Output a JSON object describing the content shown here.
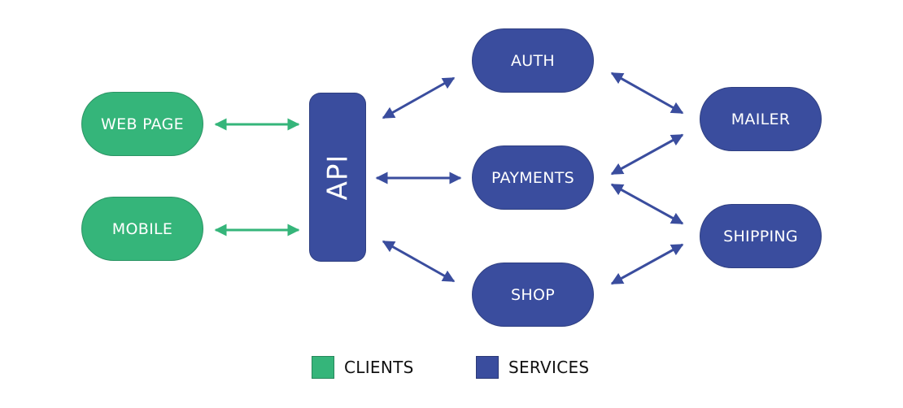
{
  "colors": {
    "clients": "#35b57a",
    "services": "#3a4d9e"
  },
  "nodes": {
    "webpage": "WEB PAGE",
    "mobile": "MOBILE",
    "api": "API",
    "auth": "AUTH",
    "payments": "PAYMENTS",
    "shop": "SHOP",
    "mailer": "MAILER",
    "shipping": "SHIPPING"
  },
  "connections": [
    {
      "from": "WEB PAGE",
      "to": "API",
      "bidirectional": true,
      "group": "clients"
    },
    {
      "from": "MOBILE",
      "to": "API",
      "bidirectional": true,
      "group": "clients"
    },
    {
      "from": "API",
      "to": "AUTH",
      "bidirectional": true,
      "group": "services"
    },
    {
      "from": "API",
      "to": "PAYMENTS",
      "bidirectional": true,
      "group": "services"
    },
    {
      "from": "API",
      "to": "SHOP",
      "bidirectional": true,
      "group": "services"
    },
    {
      "from": "AUTH",
      "to": "MAILER",
      "bidirectional": true,
      "group": "services"
    },
    {
      "from": "PAYMENTS",
      "to": "MAILER",
      "bidirectional": true,
      "group": "services"
    },
    {
      "from": "PAYMENTS",
      "to": "SHIPPING",
      "bidirectional": true,
      "group": "services"
    },
    {
      "from": "SHOP",
      "to": "SHIPPING",
      "bidirectional": true,
      "group": "services"
    }
  ],
  "legend": {
    "clients": "CLIENTS",
    "services": "SERVICES"
  }
}
